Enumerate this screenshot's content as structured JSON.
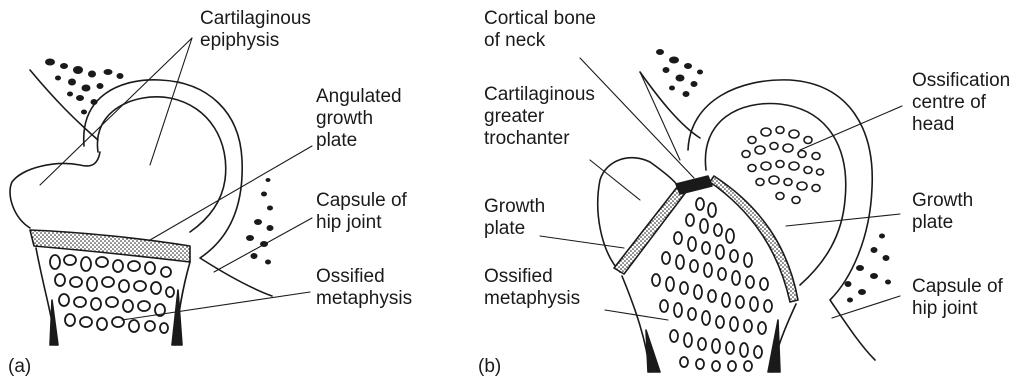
{
  "panel_a": {
    "tag": "(a)",
    "labels": {
      "cartilaginous_epiphysis": "Cartilaginous\nepiphysis",
      "angulated_growth_plate": "Angulated\ngrowth\nplate",
      "capsule_of_hip_joint": "Capsule of\nhip joint",
      "ossified_metaphysis": "Ossified\nmetaphysis"
    }
  },
  "panel_b": {
    "tag": "(b)",
    "labels": {
      "cortical_bone_of_neck": "Cortical bone\nof neck",
      "cartilaginous_greater_trochanter": "Cartilaginous\ngreater\ntrochanter",
      "growth_plate_left": "Growth\nplate",
      "ossified_metaphysis": "Ossified\nmetaphysis",
      "ossification_centre_of_head": "Ossification\ncentre of\nhead",
      "growth_plate_right": "Growth\nplate",
      "capsule_of_hip_joint": "Capsule of\nhip joint"
    }
  },
  "colors": {
    "line": "#1a1a1a",
    "fill": "#ffffff"
  }
}
